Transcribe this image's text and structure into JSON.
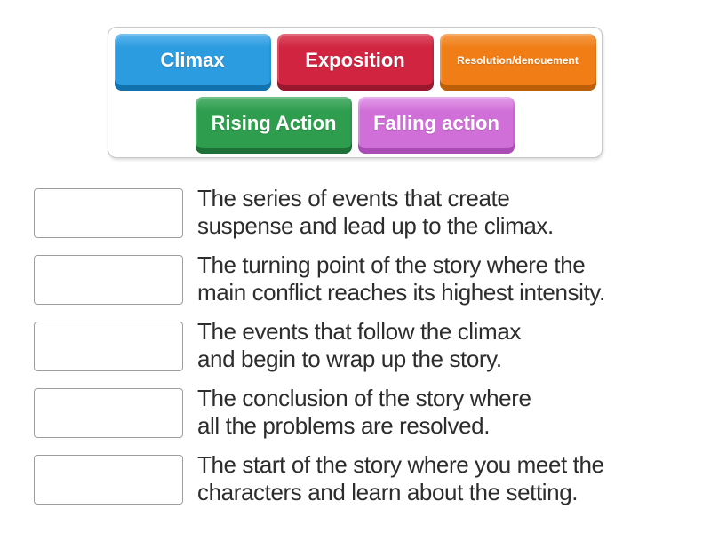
{
  "tray": {
    "tiles": [
      {
        "label": "Climax",
        "colors": {
          "main": "#2b9ce0",
          "light": "#5eb6ec",
          "dark": "#1172ad"
        }
      },
      {
        "label": "Exposition",
        "colors": {
          "main": "#d02440",
          "light": "#dd5066",
          "dark": "#99182d"
        }
      },
      {
        "label": "Resolution/denouement",
        "colors": {
          "main": "#f07d16",
          "light": "#f49c4a",
          "dark": "#bb5f08"
        }
      },
      {
        "label": "Rising Action",
        "colors": {
          "main": "#2e9e4e",
          "light": "#57b372",
          "dark": "#1d7038"
        }
      },
      {
        "label": "Falling action",
        "colors": {
          "main": "#d06fd8",
          "light": "#e5a0ea",
          "dark": "#aa4cb6"
        }
      }
    ]
  },
  "definitions": [
    {
      "lines": [
        "The series of events that create",
        "suspense and lead up to the climax."
      ]
    },
    {
      "lines": [
        "The turning point of the story where the",
        "main conflict reaches its highest intensity."
      ]
    },
    {
      "lines": [
        "The events that follow the climax",
        "and begin to wrap up the story."
      ]
    },
    {
      "lines": [
        "The conclusion of the story where",
        "all the problems are resolved."
      ]
    },
    {
      "lines": [
        "The start of the story where you meet the",
        "characters and learn about the setting."
      ]
    }
  ]
}
